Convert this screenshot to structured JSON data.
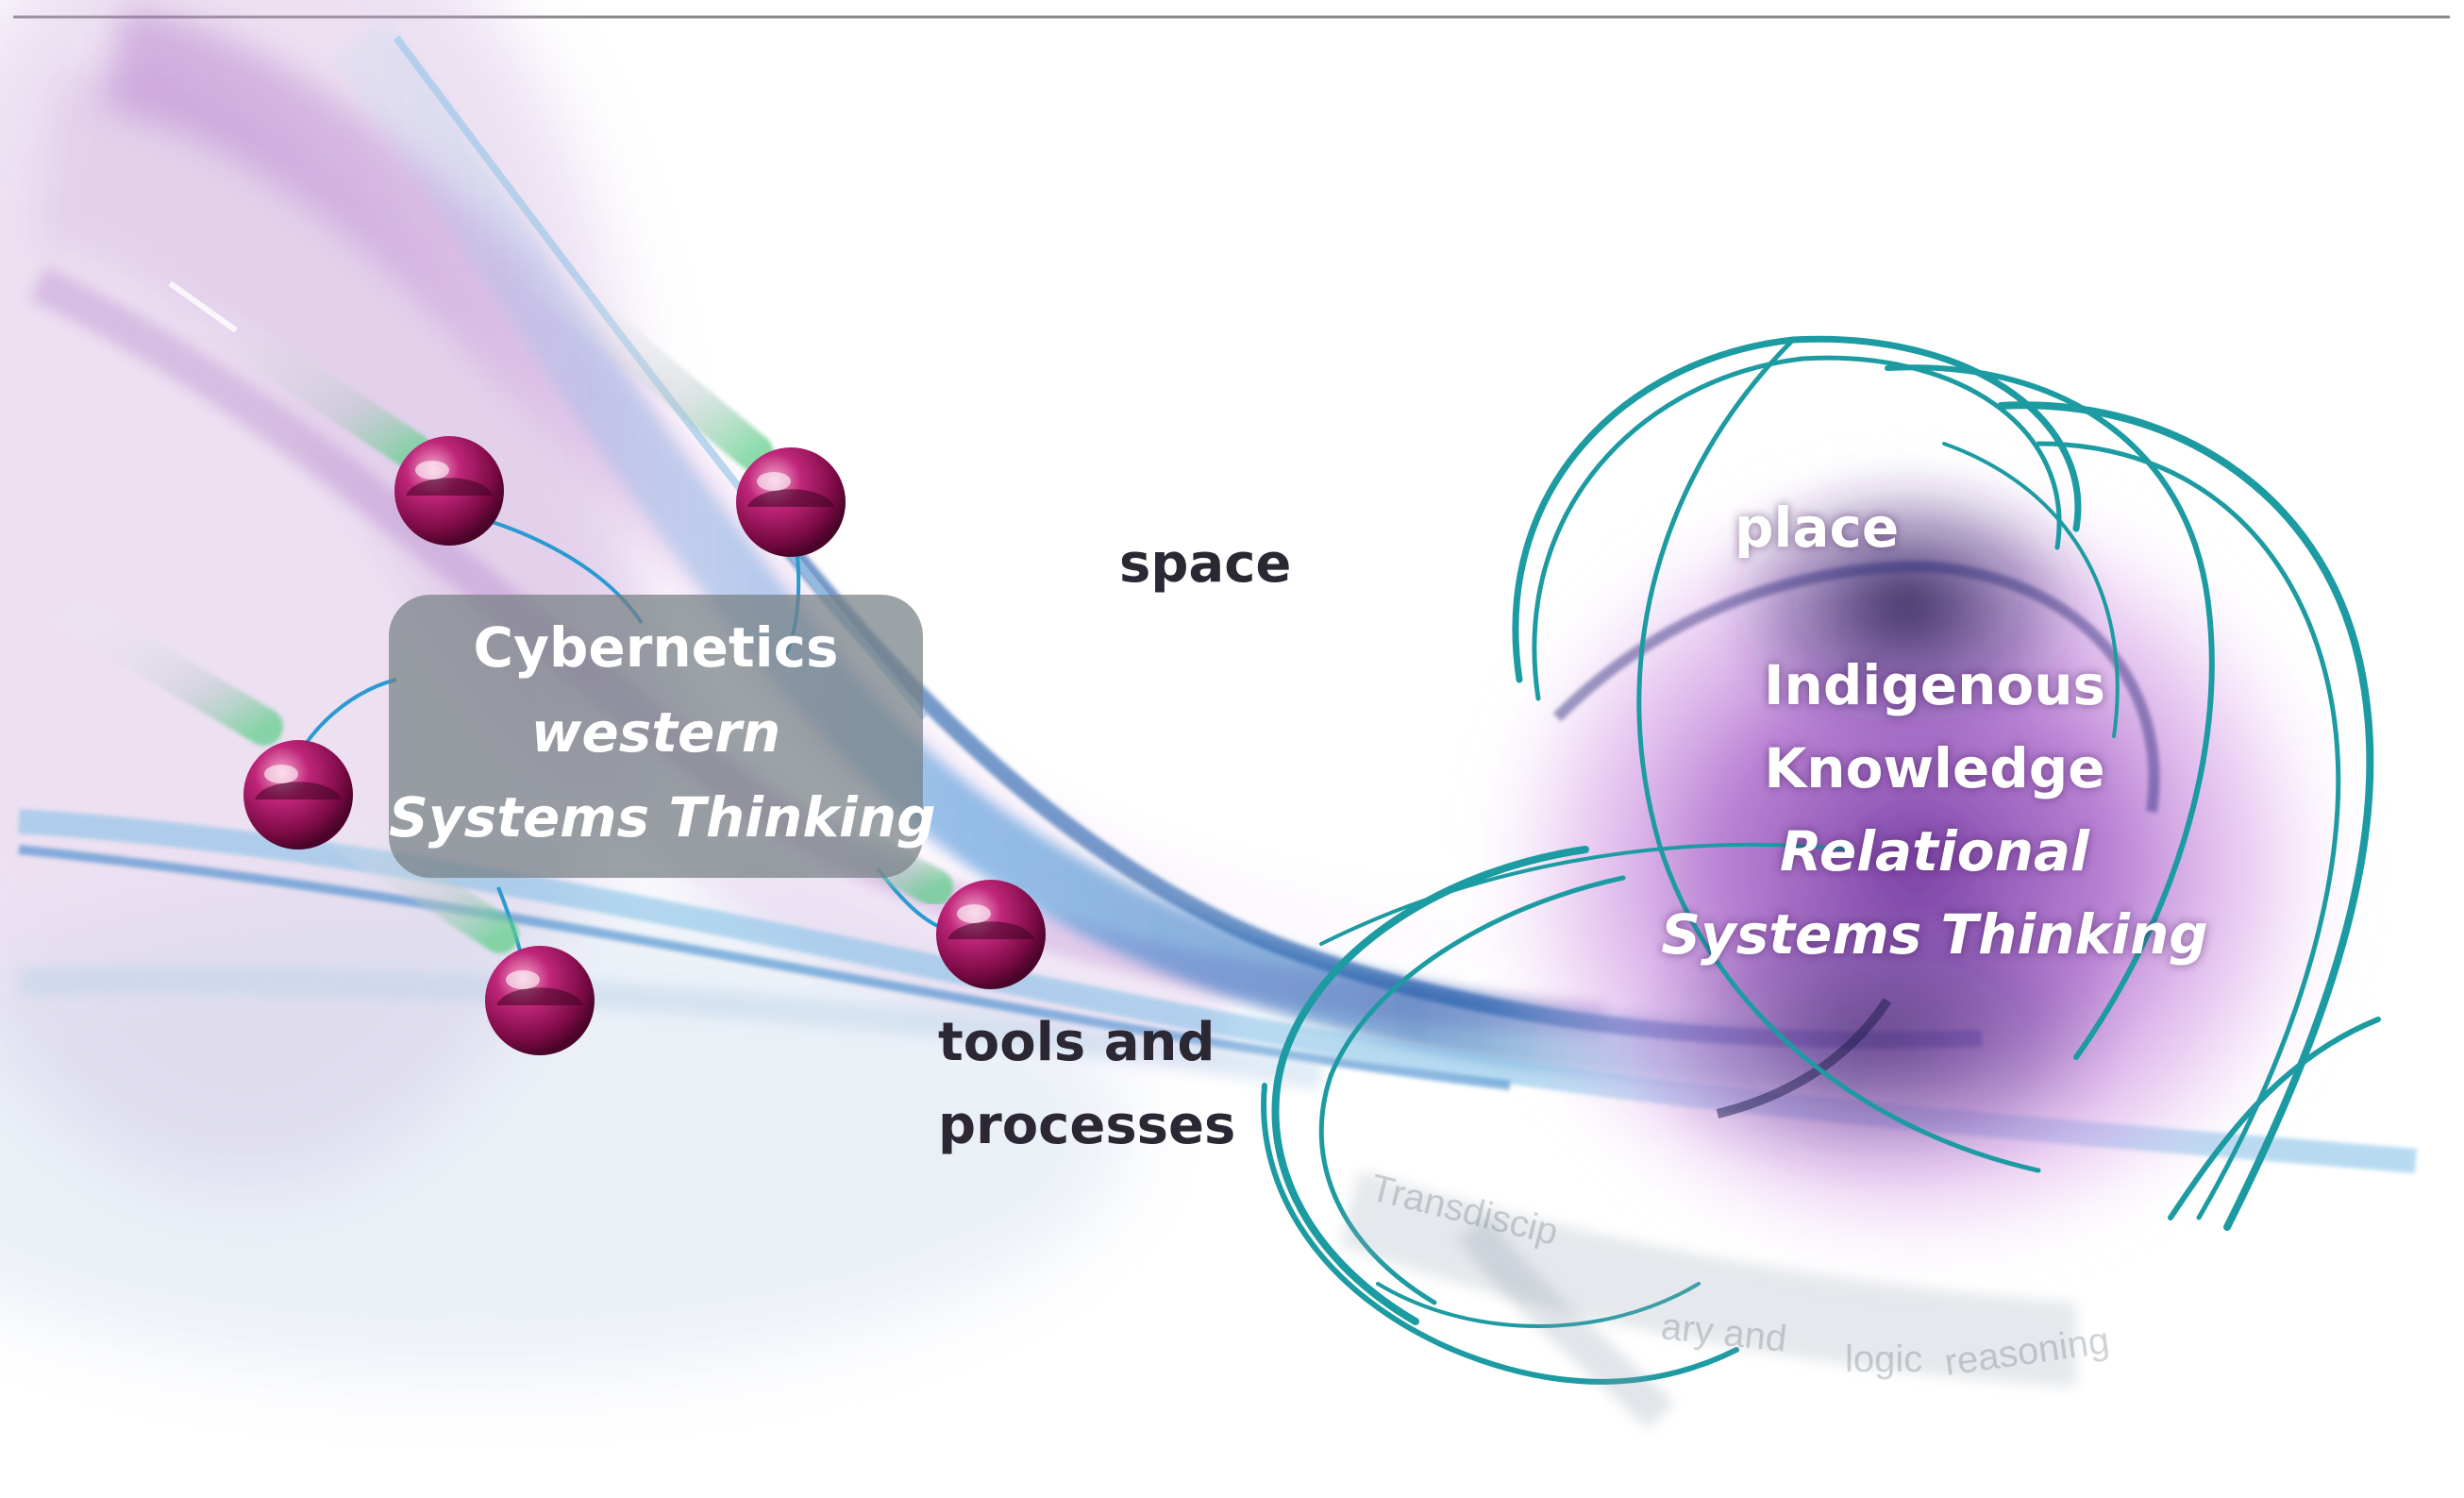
{
  "labels": {
    "space": "space",
    "tools_line1": "tools and",
    "tools_line2": "processes",
    "place": "place"
  },
  "western_box": {
    "line1": "Cybernetics",
    "line2": "western",
    "line3": "Systems Thinking"
  },
  "indigenous": {
    "line1": "Indigenous",
    "line2": "Knowledge",
    "line3": "Relational",
    "line4": "Systems Thinking"
  },
  "watermark": {
    "part1": "Transdiscip",
    "part2": "ary and",
    "part3": "logic",
    "part4": "reasoning"
  },
  "colors": {
    "sphere": "#a0145a",
    "loop": "#1e9aa0",
    "purple": "#8a3fb0",
    "blue": "#2a7fd0",
    "text_dark": "#2b2733"
  }
}
